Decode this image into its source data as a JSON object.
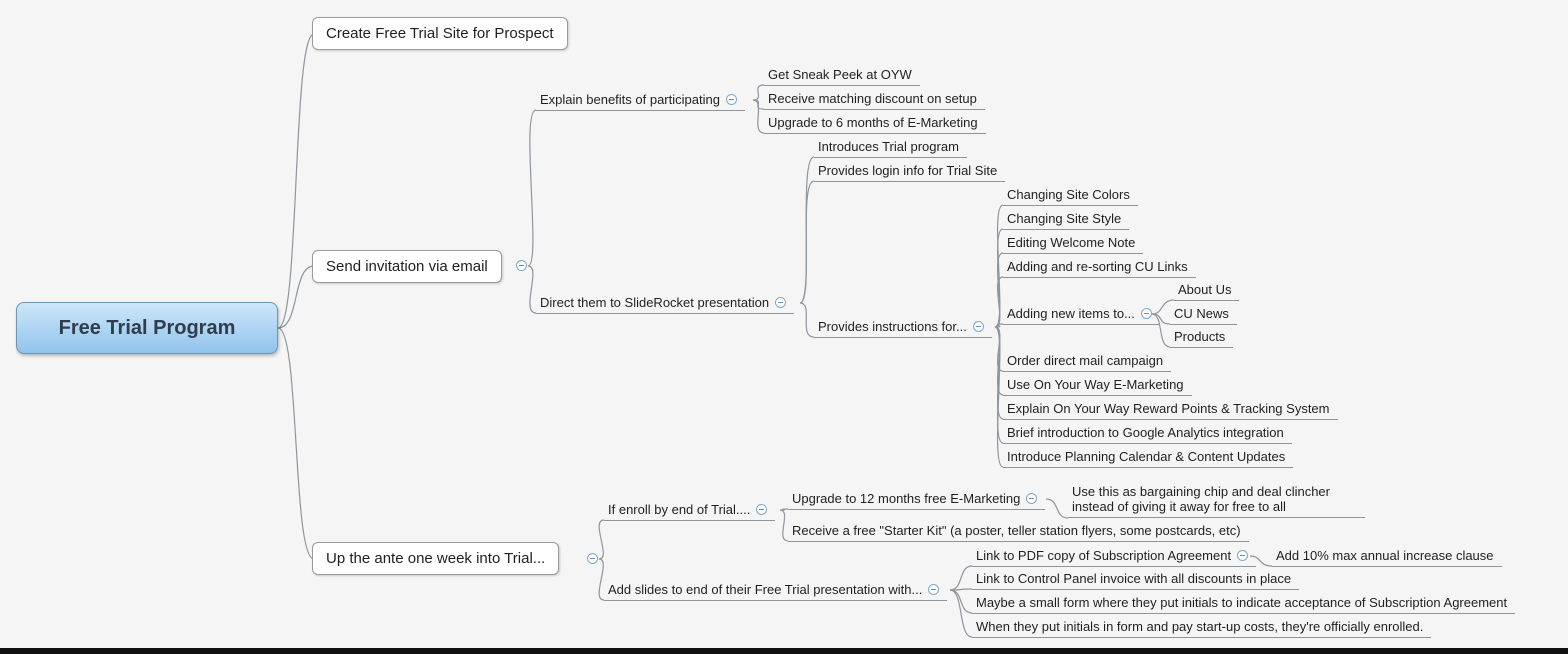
{
  "colors": {
    "background": "#f5f5f6",
    "line_color": "#8f959c",
    "box_border": "#9b9b9b",
    "root_fill_top": "#cde7f9",
    "root_fill_bottom": "#91c3ec",
    "root_border": "#6d96b5",
    "icon_border": "#7fa8c9",
    "icon_glyph": "#5f8fbf",
    "bottom_bar": "#111111"
  },
  "icons": {
    "collapse": "minus-circle"
  },
  "mindmap": {
    "root": {
      "label": "Free Trial Program"
    },
    "branches": [
      {
        "label": "Create Free Trial Site for Prospect"
      },
      {
        "label": "Send invitation via email",
        "children": [
          {
            "label": "Explain benefits of participating",
            "children": [
              {
                "label": "Get Sneak Peek at OYW"
              },
              {
                "label": "Receive matching discount on setup"
              },
              {
                "label": "Upgrade to 6 months of E-Marketing"
              }
            ]
          },
          {
            "label": "Direct them to SlideRocket presentation",
            "children": [
              {
                "label": "Introduces Trial program"
              },
              {
                "label": "Provides login info for Trial Site"
              },
              {
                "label": "Provides instructions for...",
                "children": [
                  {
                    "label": "Changing Site Colors"
                  },
                  {
                    "label": "Changing Site Style"
                  },
                  {
                    "label": "Editing Welcome Note"
                  },
                  {
                    "label": "Adding and re-sorting CU Links"
                  },
                  {
                    "label": "Adding new items to...",
                    "children": [
                      {
                        "label": "About Us"
                      },
                      {
                        "label": "CU News"
                      },
                      {
                        "label": "Products"
                      }
                    ]
                  },
                  {
                    "label": "Order direct mail campaign"
                  },
                  {
                    "label": "Use On Your Way E-Marketing"
                  },
                  {
                    "label": "Explain On Your Way Reward Points & Tracking System"
                  },
                  {
                    "label": "Brief introduction to Google Analytics integration"
                  },
                  {
                    "label": "Introduce Planning Calendar & Content Updates"
                  }
                ]
              }
            ]
          }
        ]
      },
      {
        "label": "Up the ante one week into Trial...",
        "children": [
          {
            "label": "If enroll by end of Trial....",
            "children": [
              {
                "label": "Upgrade to 12 months free E-Marketing",
                "children": [
                  {
                    "label": "Use this as bargaining chip and deal clincher instead of giving it away for free to all"
                  }
                ]
              },
              {
                "label": "Receive a free \"Starter Kit\" (a poster, teller station flyers, some postcards, etc)"
              }
            ]
          },
          {
            "label": "Add slides to end of their Free Trial presentation with...",
            "children": [
              {
                "label": "Link to PDF copy of Subscription Agreement",
                "children": [
                  {
                    "label": "Add 10% max annual increase clause"
                  }
                ]
              },
              {
                "label": "Link to Control Panel invoice with all discounts in place"
              },
              {
                "label": "Maybe a small form where they put initials to indicate acceptance of Subscription Agreement"
              },
              {
                "label": "When they put initials in form and pay start-up costs, they're officially enrolled."
              }
            ]
          }
        ]
      }
    ]
  }
}
